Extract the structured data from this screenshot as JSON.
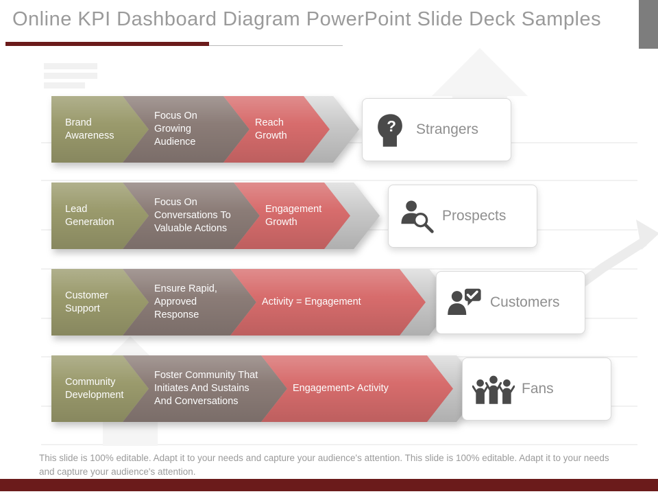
{
  "slide": {
    "title": "Online KPI Dashboard Diagram PowerPoint Slide Deck Samples",
    "footer": "This slide is 100% editable. Adapt it to your needs and capture your audience's attention. This slide is 100% editable. Adapt it to your needs and capture your audience's attention."
  },
  "colors": {
    "stage1": "#9a9a6c",
    "stage2": "#8b7c77",
    "stage3": "#d76c6c",
    "accent_maroon": "#6b1b1b",
    "corner_gray": "#7d7d7d",
    "title_gray": "#9a9a9a",
    "card_text": "#8f8f8f",
    "footer_gray": "#9a9a9a"
  },
  "rows": [
    {
      "arrows": [
        {
          "label": "Brand Awareness"
        },
        {
          "label": "Focus On Growing Audience"
        },
        {
          "label": "Reach Growth"
        }
      ],
      "card": {
        "label": "Strangers",
        "icon": "question-head-icon"
      }
    },
    {
      "arrows": [
        {
          "label": "Lead Generation"
        },
        {
          "label": "Focus On Conversations To Valuable Actions"
        },
        {
          "label": "Engagement Growth"
        }
      ],
      "card": {
        "label": "Prospects",
        "icon": "person-search-icon"
      }
    },
    {
      "arrows": [
        {
          "label": "Customer Support"
        },
        {
          "label": "Ensure Rapid, Approved Response"
        },
        {
          "label": "Activity = Engagement"
        }
      ],
      "card": {
        "label": "Customers",
        "icon": "person-check-icon"
      }
    },
    {
      "arrows": [
        {
          "label": "Community Development"
        },
        {
          "label": "Foster Community That Initiates And Sustains And Conversations"
        },
        {
          "label": "Engagement> Activity"
        }
      ],
      "card": {
        "label": "Fans",
        "icon": "fans-icon"
      }
    }
  ]
}
